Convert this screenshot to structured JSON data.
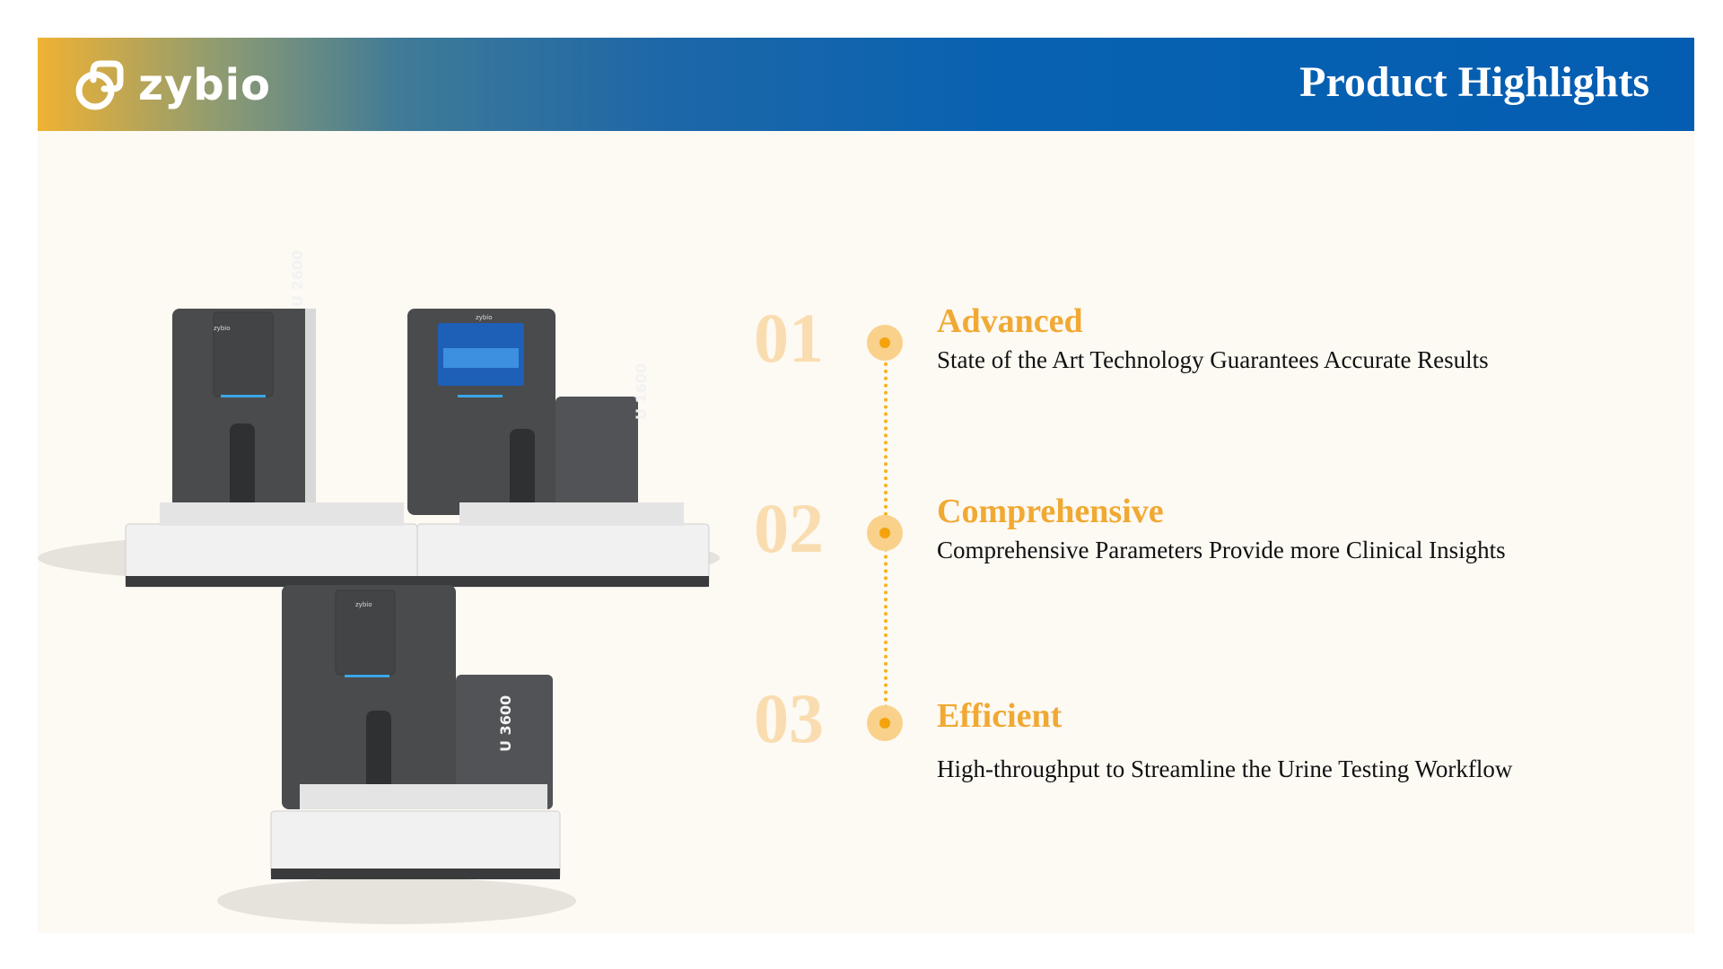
{
  "header": {
    "logo_text": "zybio",
    "title": "Product Highlights"
  },
  "machines": [
    {
      "label": "U 2600",
      "brand": "zybio"
    },
    {
      "label": "U 1600",
      "brand": "zybio"
    },
    {
      "label": "U 3600",
      "brand": "zybio"
    }
  ],
  "highlights": [
    {
      "number": "01",
      "title": "Advanced",
      "description": "State of the Art Technology Guarantees Accurate Results"
    },
    {
      "number": "02",
      "title": "Comprehensive",
      "description": "Comprehensive Parameters Provide more Clinical Insights"
    },
    {
      "number": "03",
      "title": "Efficient",
      "description": "High-throughput to Streamline the Urine Testing Workflow"
    }
  ],
  "colors": {
    "accent_orange": "#f0a933",
    "number_pale": "#f9ddb0",
    "header_blue": "#045db1",
    "header_gold": "#efb233",
    "machine_dark": "#4a4b4d"
  }
}
